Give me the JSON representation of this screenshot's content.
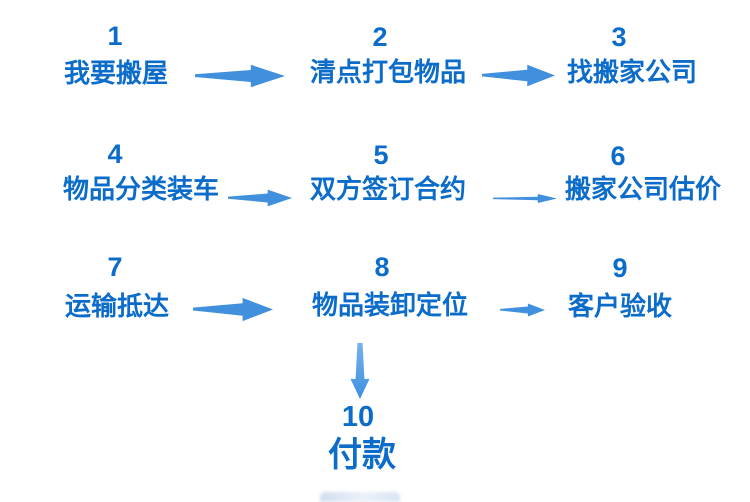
{
  "figure_type": "flowchart",
  "subject": "moving-house process steps",
  "colors": {
    "step_text": "#0c6cca",
    "arrow": "#4090dd",
    "down_top": "#74b2ec",
    "down_bottom": "#3f90de"
  },
  "steps": [
    {
      "number": "1",
      "label": "我要搬屋"
    },
    {
      "number": "2",
      "label": "清点打包物品"
    },
    {
      "number": "3",
      "label": "找搬家公司"
    },
    {
      "number": "4",
      "label": "物品分类装车"
    },
    {
      "number": "5",
      "label": "双方签订合约"
    },
    {
      "number": "6",
      "label": "搬家公司估价"
    },
    {
      "number": "7",
      "label": "运输抵达"
    },
    {
      "number": "8",
      "label": "物品装卸定位"
    },
    {
      "number": "9",
      "label": "客户验收"
    },
    {
      "number": "10",
      "label": "付款"
    }
  ],
  "connections": [
    {
      "from": "1",
      "to": "2",
      "direction": "right"
    },
    {
      "from": "2",
      "to": "3",
      "direction": "right"
    },
    {
      "from": "4",
      "to": "5",
      "direction": "right"
    },
    {
      "from": "5",
      "to": "6",
      "direction": "right"
    },
    {
      "from": "7",
      "to": "8",
      "direction": "right"
    },
    {
      "from": "8",
      "to": "9",
      "direction": "right"
    },
    {
      "from": "8",
      "to": "10",
      "direction": "down"
    }
  ]
}
